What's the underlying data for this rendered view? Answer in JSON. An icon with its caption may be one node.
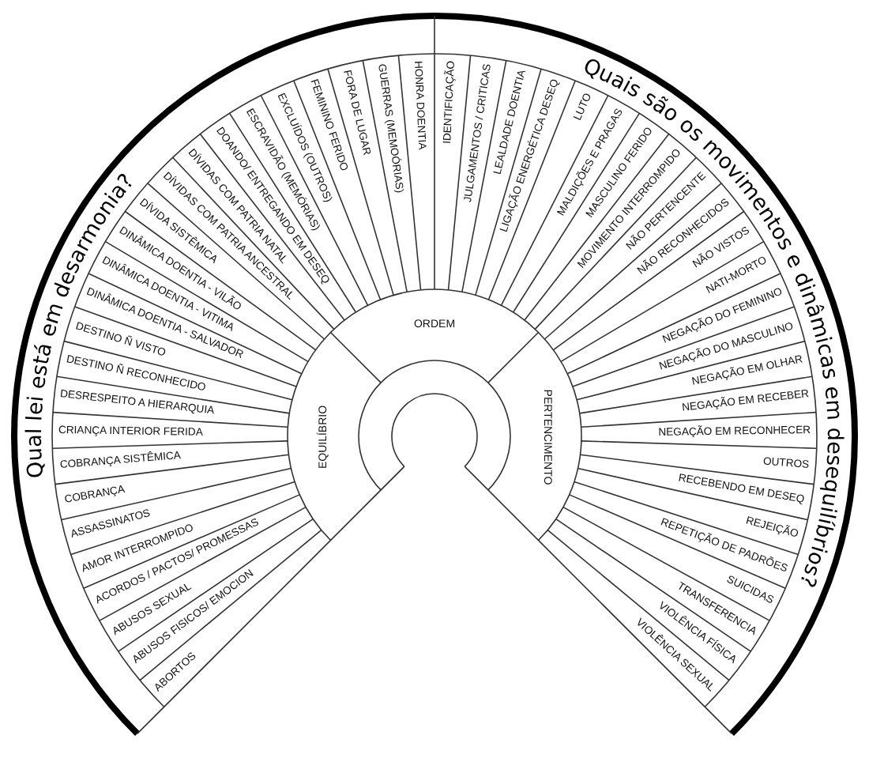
{
  "diagram": {
    "labels": [
      "Qual lei está em desarmonia?",
      "Quais são os movimentos e dinâmicas em desequilíbrios?",
      "ABORTOS",
      "ABUSOS FISICOS/ EMOCION",
      "ABUSOS SEXUAL",
      "ACORDOS / PACTOS/ PROMESSAS",
      "AMOR INTERROMPIDO",
      "ASSASSINATOS",
      "COBRANÇA",
      "COBRANÇA SISTÊMICA",
      "CRIANÇA INTERIOR FERIDA",
      "DESRESPEITO A HIERARQUIA",
      "DESTINO Ñ RECONHECIDO",
      "DESTINO Ñ VISTO",
      "DINÂMICA DOENTIA - SALVADOR",
      "DINÂMICA DOENTIA - VITIMA",
      "DINÂMICA DOENTIA - VILÃO",
      "DÍVIDA SISTÊMICA",
      "DÍVIDAS COM PATRIA ANCESTRAL",
      "DÍVIDAS COM PATRIA NATAL",
      "DOANDO/ ENTREGANDO EM DESEQ",
      "ESCRAVIDÃO (MEMÓRIAS)",
      "EXCLUÍDOS (OUTROS)",
      "FEMININO FERIDO",
      "FORA DE LUGAR",
      "GUERRAS (MEMOÓRIAS)",
      "HONRA DOENTIA",
      "IDENTIFICAÇÃO",
      "JULGAMENTOS / CRITICAS",
      "LEALDADE DOENTIA",
      "LIGAÇÃO ENERGÉTICA DESEQ",
      "LUTO",
      "MALDIÇÕES E PRAGAS",
      "MASCULINO FERIDO",
      "MOVIMENTO INTERROMPIDO",
      "NÃO PERTENCENTE",
      "NÃO RECONHECIDOS",
      "NÃO VISTOS",
      "NATI-MORTO",
      "NEGAÇÃO DO FEMININO",
      "NEGAÇÃO DO MASCULINO",
      "NEGAÇÃO EM OLHAR",
      "NEGAÇÃO EM RECEBER",
      "NEGAÇÃO EM RECONHECER",
      "OUTROS",
      "RECEBENDO EM DESEQ",
      "REJEIÇÃO",
      "REPETIÇÃO DE PADRÕES",
      "SUICIDAS",
      "TRANSFERENCIA",
      "VIOLÊNCIA FÍSICA",
      "VIOLÊNCIA SEXUAL",
      "EQUILÍBRIO",
      "ORDEM",
      "PERTENCIMENTO"
    ]
  }
}
